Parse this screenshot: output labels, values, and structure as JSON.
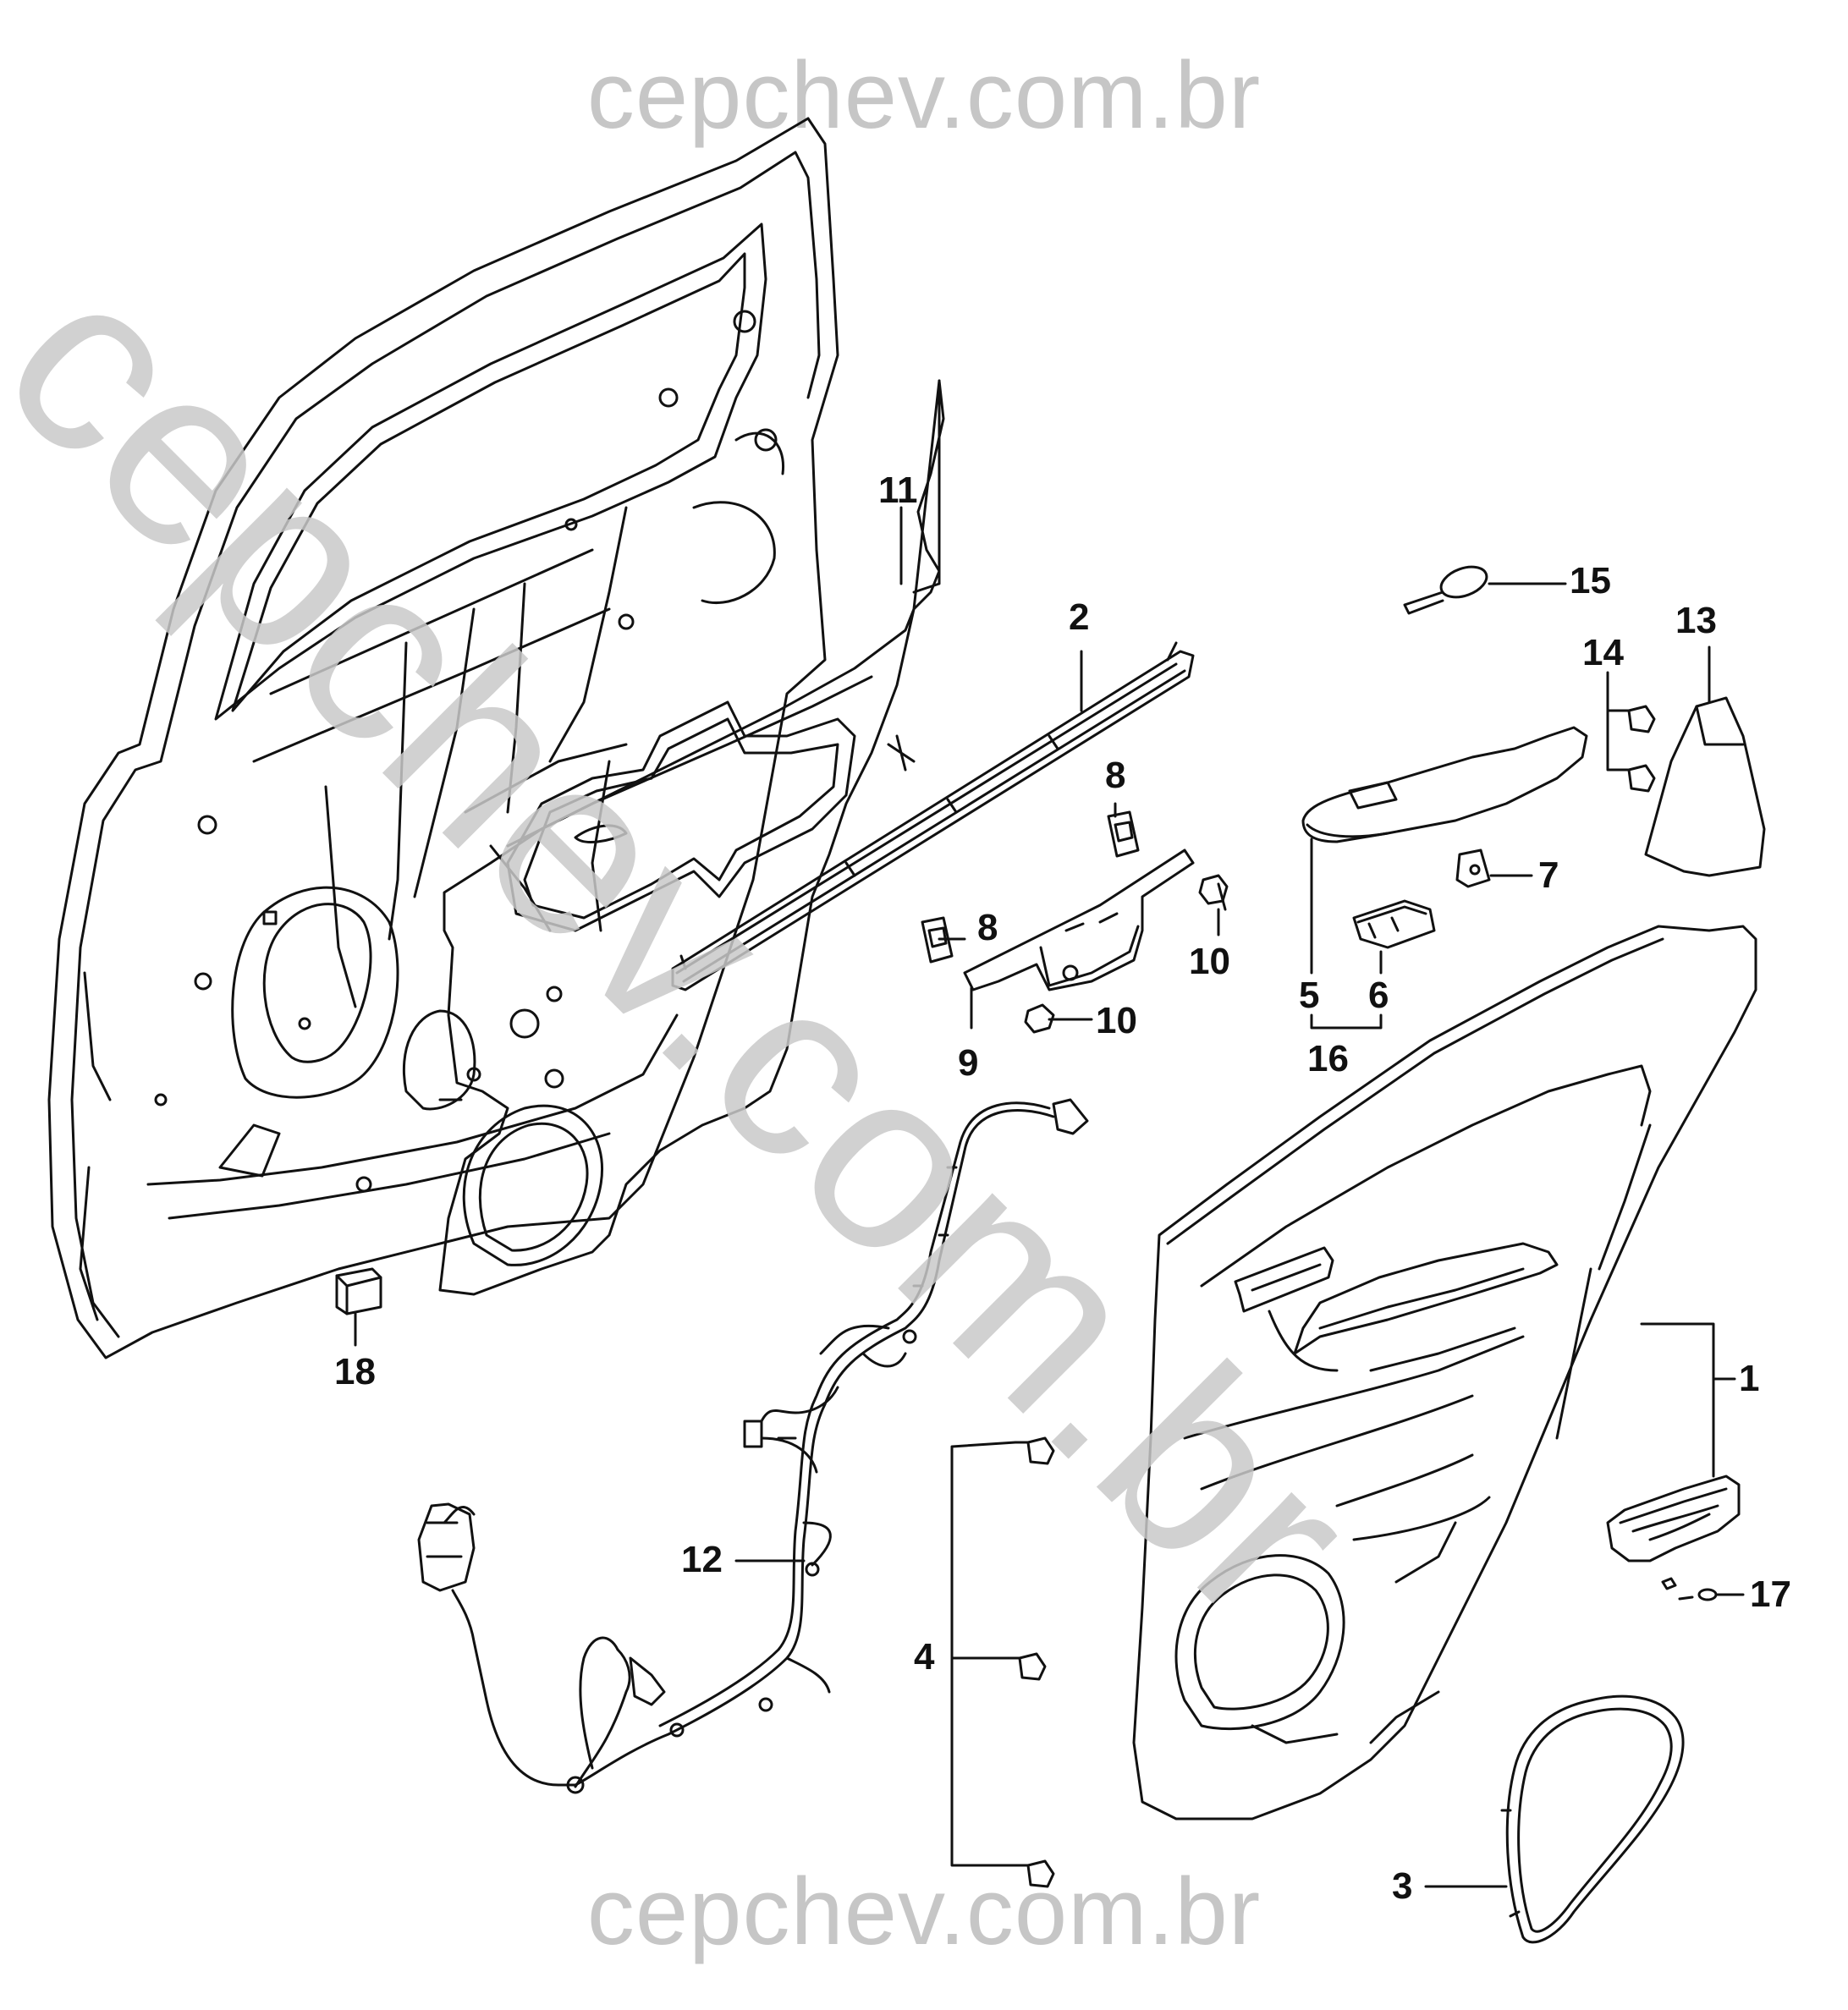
{
  "watermark": {
    "top": "cepchev.com.br",
    "bottom": "cepchev.com.br",
    "diagonal": "cepchev.com.br",
    "color": "#c6c6c6"
  },
  "callouts": {
    "c1": "1",
    "c2": "2",
    "c3": "3",
    "c4": "4",
    "c5": "5",
    "c6": "6",
    "c7": "7",
    "c8a": "8",
    "c8b": "8",
    "c9": "9",
    "c10a": "10",
    "c10b": "10",
    "c11": "11",
    "c12": "12",
    "c13": "13",
    "c14": "14",
    "c15": "15",
    "c16": "16",
    "c17": "17",
    "c18": "18"
  },
  "colors": {
    "line": "#111111",
    "fill": "#ffffff"
  }
}
